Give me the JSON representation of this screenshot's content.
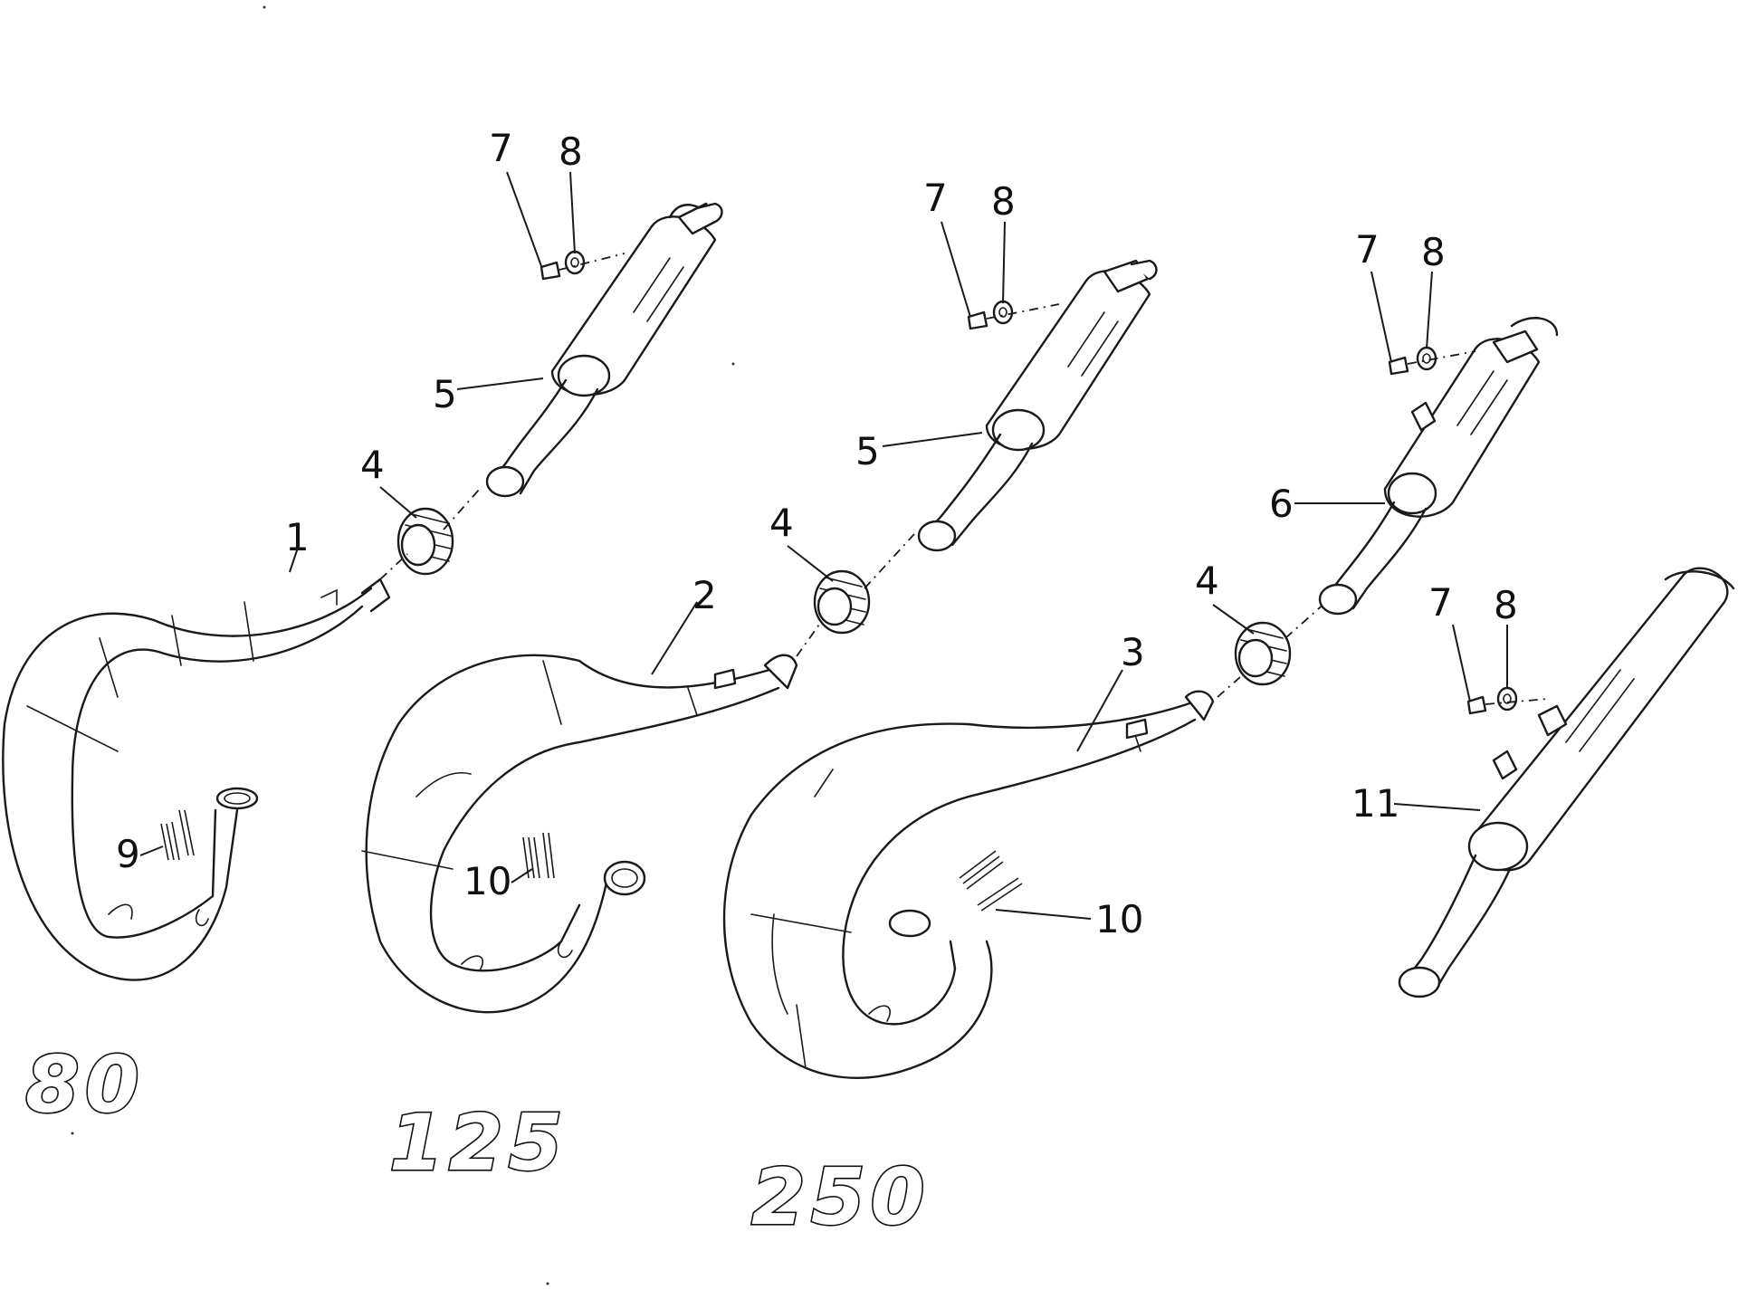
{
  "models": {
    "m80": "80",
    "m125": "125",
    "m250": "250"
  },
  "callouts": {
    "c1": "1",
    "c2": "2",
    "c3": "3",
    "c4a": "4",
    "c4b": "4",
    "c4c": "4",
    "c5a": "5",
    "c5b": "5",
    "c6": "6",
    "c7a": "7",
    "c7b": "7",
    "c7c": "7",
    "c7d": "7",
    "c8a": "8",
    "c8b": "8",
    "c8c": "8",
    "c8d": "8",
    "c9": "9",
    "c10a": "10",
    "c10b": "10",
    "c11": "11"
  }
}
